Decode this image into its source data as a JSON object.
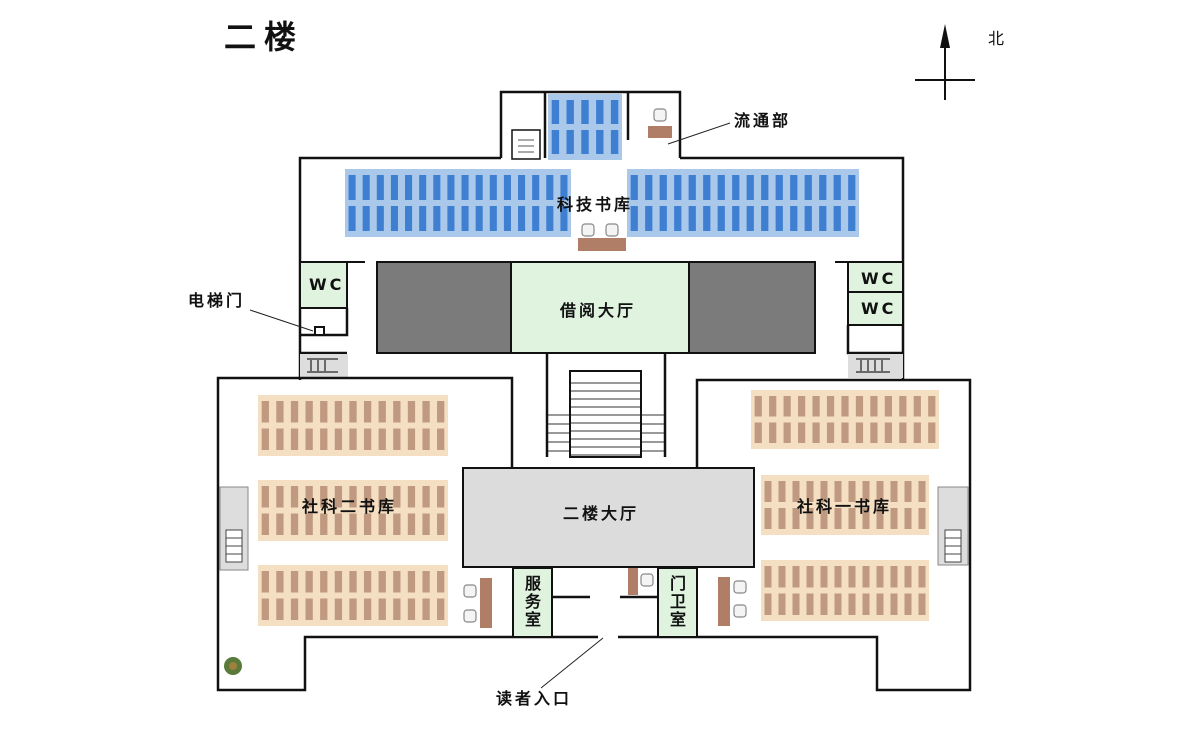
{
  "title": "二楼",
  "compass": {
    "north_label": "北"
  },
  "rooms": {
    "circulation": "流通部",
    "sci_tech_stacks": "科技书库",
    "reading_hall": "借阅大厅",
    "wc_left": "WC",
    "wc_right_1": "WC",
    "wc_right_2": "WC",
    "elevator_door": "电梯门",
    "social_sci_2": "社科二书库",
    "social_sci_1": "社科一书库",
    "second_floor_hall": "二楼大厅",
    "service_room_chars": [
      "服",
      "务",
      "室"
    ],
    "guard_room_chars": [
      "门",
      "卫",
      "室"
    ],
    "reader_entrance": "读者入口"
  },
  "colors": {
    "blue_bg": "#a9c8ea",
    "blue_shelf": "#3f7fd2",
    "tan_bg": "#f5dfc3",
    "tan_shelf": "#bf9a80",
    "green_room": "#dff3df",
    "gray_block": "#7b7b7b",
    "hall_gray": "#dcdcdc",
    "desk": "#b07e66"
  }
}
